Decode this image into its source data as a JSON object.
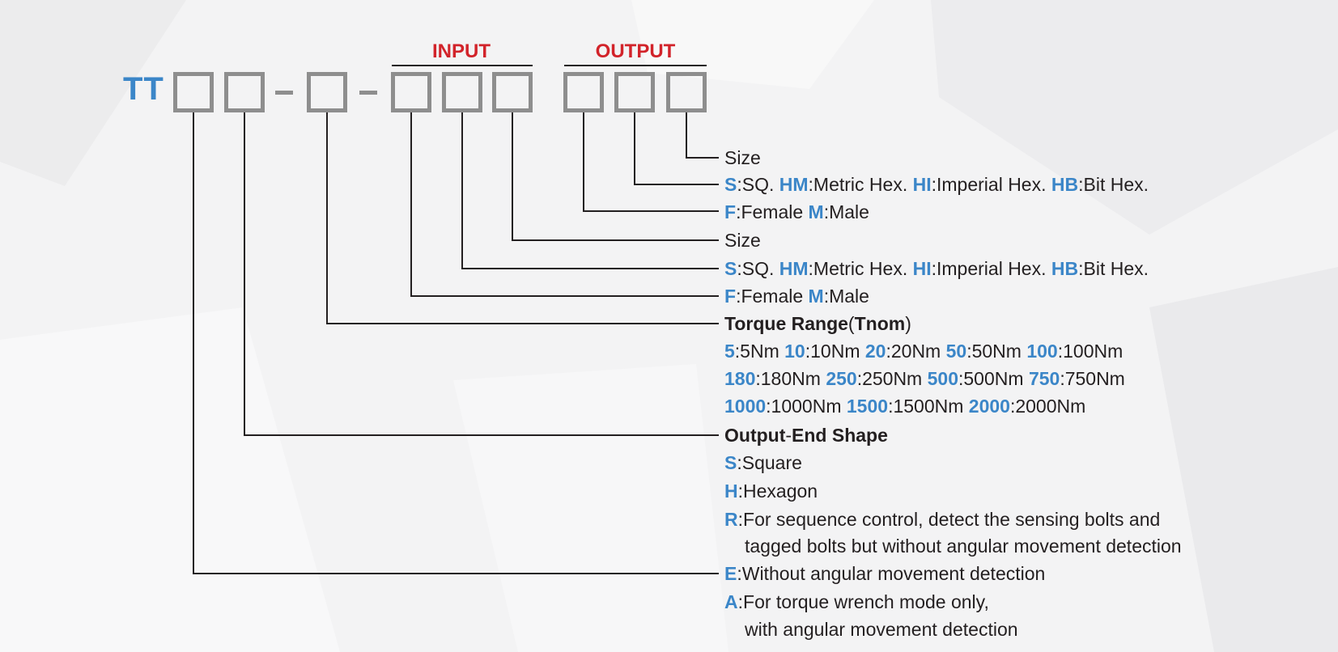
{
  "prefix": "TT",
  "groups": {
    "input": "INPUT",
    "output": "OUTPUT"
  },
  "output_group": {
    "size": {
      "label": "Size"
    },
    "shape": [
      {
        "code": "S",
        "text": ":SQ. "
      },
      {
        "code": "HM",
        "text": ":Metric Hex. "
      },
      {
        "code": "HI",
        "text": ":Imperial Hex. "
      },
      {
        "code": "HB",
        "text": ":Bit Hex."
      }
    ],
    "gender": [
      {
        "code": "F",
        "text": ":Female "
      },
      {
        "code": "M",
        "text": ":Male"
      }
    ]
  },
  "input_group": {
    "size": {
      "label": "Size"
    },
    "shape": [
      {
        "code": "S",
        "text": ":SQ. "
      },
      {
        "code": "HM",
        "text": ":Metric Hex. "
      },
      {
        "code": "HI",
        "text": ":Imperial Hex. "
      },
      {
        "code": "HB",
        "text": ":Bit Hex."
      }
    ],
    "gender": [
      {
        "code": "F",
        "text": ":Female "
      },
      {
        "code": "M",
        "text": ":Male"
      }
    ]
  },
  "torque_range": {
    "title": "Torque Range",
    "paren_open": "(",
    "sub": "Tnom",
    "paren_close": ")",
    "rows": [
      [
        {
          "code": "5",
          "text": ":5Nm "
        },
        {
          "code": "10",
          "text": ":10Nm "
        },
        {
          "code": "20",
          "text": ":20Nm "
        },
        {
          "code": "50",
          "text": ":50Nm "
        },
        {
          "code": "100",
          "text": ":100Nm"
        }
      ],
      [
        {
          "code": "180",
          "text": ":180Nm "
        },
        {
          "code": "250",
          "text": ":250Nm "
        },
        {
          "code": "500",
          "text": ":500Nm "
        },
        {
          "code": "750",
          "text": ":750Nm"
        }
      ],
      [
        {
          "code": "1000",
          "text": ":1000Nm "
        },
        {
          "code": "1500",
          "text": ":1500Nm "
        },
        {
          "code": "2000",
          "text": ":2000Nm"
        }
      ]
    ]
  },
  "output_end_shape": {
    "title_a": "Output",
    "title_sep": "-",
    "title_b": "End Shape",
    "options": [
      {
        "code": "S",
        "text": ":Square"
      },
      {
        "code": "H",
        "text": ":Hexagon"
      },
      {
        "code": "R",
        "text": ":For sequence control, detect the sensing bolts and",
        "cont": "tagged bolts but without angular movement detection"
      }
    ]
  },
  "mode": {
    "options": [
      {
        "code": "E",
        "text": ":Without angular movement detection"
      },
      {
        "code": "A",
        "text": ":For torque wrench mode only,",
        "cont": "with angular movement detection"
      }
    ]
  },
  "colors": {
    "code_blue": "#3b86c8",
    "group_red": "#d2232a",
    "box_gray": "#8e8e8e",
    "text": "#231f20"
  }
}
